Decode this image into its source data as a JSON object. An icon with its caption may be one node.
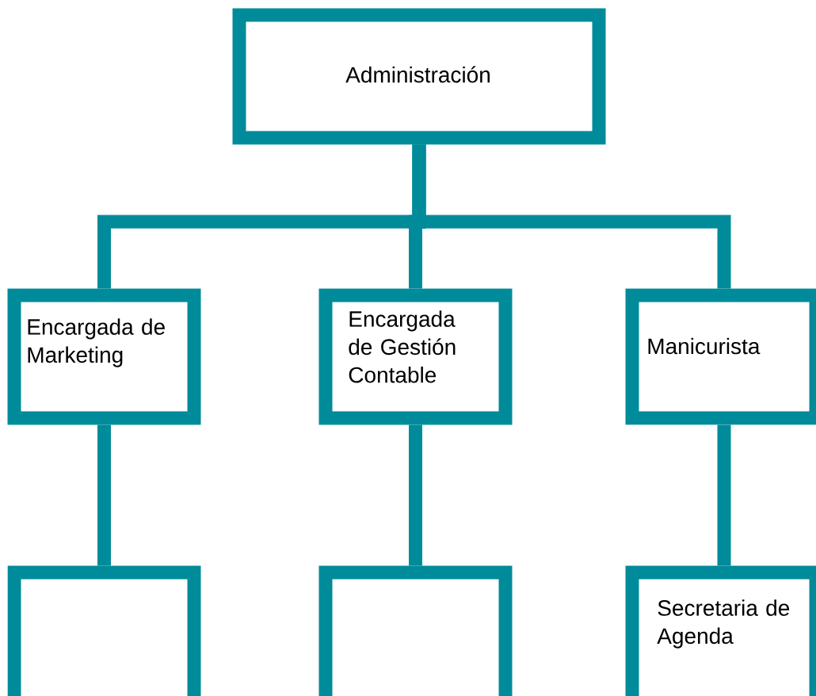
{
  "diagram": {
    "nodes": [
      {
        "text": [
          "Administración"
        ]
      },
      {
        "text": [
          "Encargada de Marketing"
        ]
      },
      {
        "text": [
          "Encargada de Gestión Contable"
        ]
      },
      {
        "text": [
          "Manicurista"
        ]
      },
      {
        "text": [],
        "shape": "box"
      },
      {
        "text": [],
        "shape": "box"
      },
      {
        "text": [
          "Secretaria de Agenda"
        ]
      }
    ],
    "edges": [
      {
        "from": 0,
        "to": 1,
        "arrow": "none"
      },
      {
        "from": 0,
        "to": 2,
        "arrow": "none"
      },
      {
        "from": 0,
        "to": 3,
        "arrow": "none"
      },
      {
        "from": 1,
        "to": 4,
        "arrow": "none"
      },
      {
        "from": 2,
        "to": 5,
        "arrow": "none"
      },
      {
        "from": 3,
        "to": 6,
        "arrow": "none"
      }
    ]
  }
}
